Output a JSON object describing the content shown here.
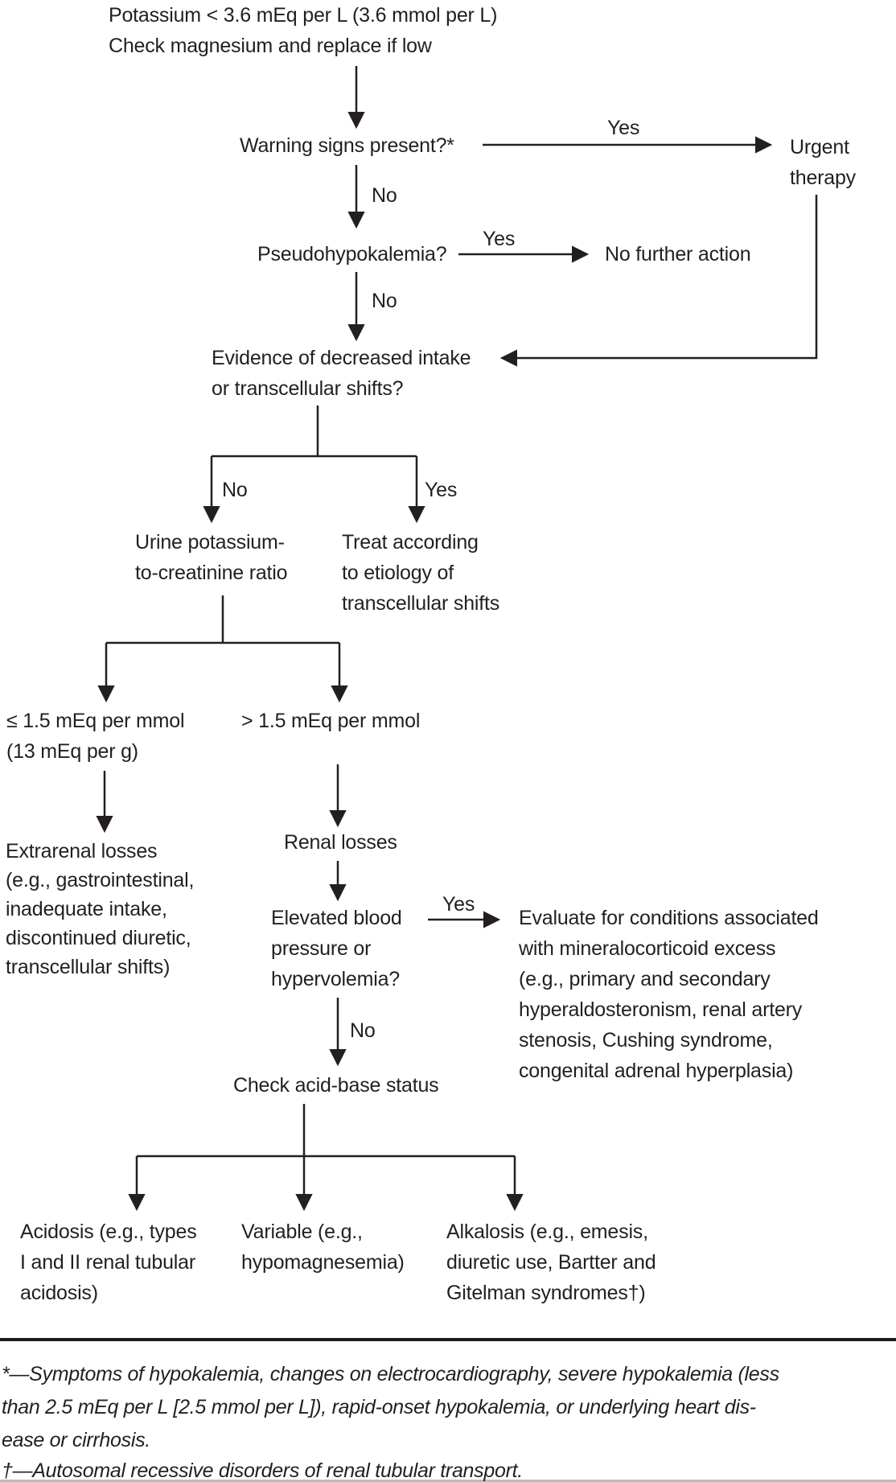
{
  "colors": {
    "ink": "#231f20",
    "rule": "#1a1a1a",
    "faint_rule": "#bdbdbd"
  },
  "flowchart": {
    "start": {
      "line1": "Potassium < 3.6 mEq per L (3.6 mmol per L)",
      "line2": "Check magnesium and replace if low"
    },
    "warning": {
      "text": "Warning signs present?*",
      "yes": "Yes",
      "no": "No"
    },
    "urgent": {
      "line1": "Urgent",
      "line2": "therapy"
    },
    "pseudo": {
      "text": "Pseudohypokalemia?",
      "yes": "Yes",
      "no": "No"
    },
    "no_further": {
      "text": "No further action"
    },
    "evidence": {
      "line1": "Evidence of decreased intake",
      "line2": "or transcellular shifts?",
      "no": "No",
      "yes": "Yes"
    },
    "urine_ratio": {
      "line1": "Urine potassium-",
      "line2": "to-creatinine ratio"
    },
    "treat_shifts": {
      "line1": "Treat according",
      "line2": "to etiology of",
      "line3": "transcellular shifts"
    },
    "low_ratio": {
      "line1": "≤ 1.5 mEq per mmol",
      "line2": "(13 mEq per g)"
    },
    "high_ratio": {
      "text": "> 1.5 mEq per mmol"
    },
    "extrarenal": {
      "line1": "Extrarenal losses",
      "line2": "(e.g., gastrointestinal,",
      "line3": "inadequate intake,",
      "line4": "discontinued diuretic,",
      "line5": "transcellular shifts)"
    },
    "renal": {
      "text": "Renal losses"
    },
    "elevated": {
      "line1": "Elevated blood",
      "line2": "pressure or",
      "line3": "hypervolemia?",
      "yes": "Yes",
      "no": "No"
    },
    "evaluate": {
      "line1": "Evaluate for conditions associated",
      "line2": "with mineralocorticoid excess",
      "line3": "(e.g., primary and secondary",
      "line4": "hyperaldosteronism, renal artery",
      "line5": "stenosis, Cushing syndrome,",
      "line6": "congenital adrenal hyperplasia)"
    },
    "check_acid": {
      "text": "Check acid-base status"
    },
    "acidosis": {
      "line1": "Acidosis (e.g., types",
      "line2": "I and II renal tubular",
      "line3": "acidosis)"
    },
    "variable": {
      "line1": "Variable (e.g.,",
      "line2": "hypomagnesemia)"
    },
    "alkalosis": {
      "line1": "Alkalosis (e.g., emesis,",
      "line2": "diuretic use, Bartter and",
      "line3": "Gitelman syndromes†)"
    }
  },
  "footnotes": {
    "asterisk": {
      "line1": "*—Symptoms of hypokalemia, changes on electrocardiography, severe hypokalemia (less",
      "line2": "than 2.5 mEq per L [2.5 mmol per L]), rapid-onset hypokalemia, or underlying heart dis-",
      "line3": "ease or cirrhosis."
    },
    "dagger": {
      "text": "†—Autosomal recessive disorders of renal tubular transport."
    }
  }
}
